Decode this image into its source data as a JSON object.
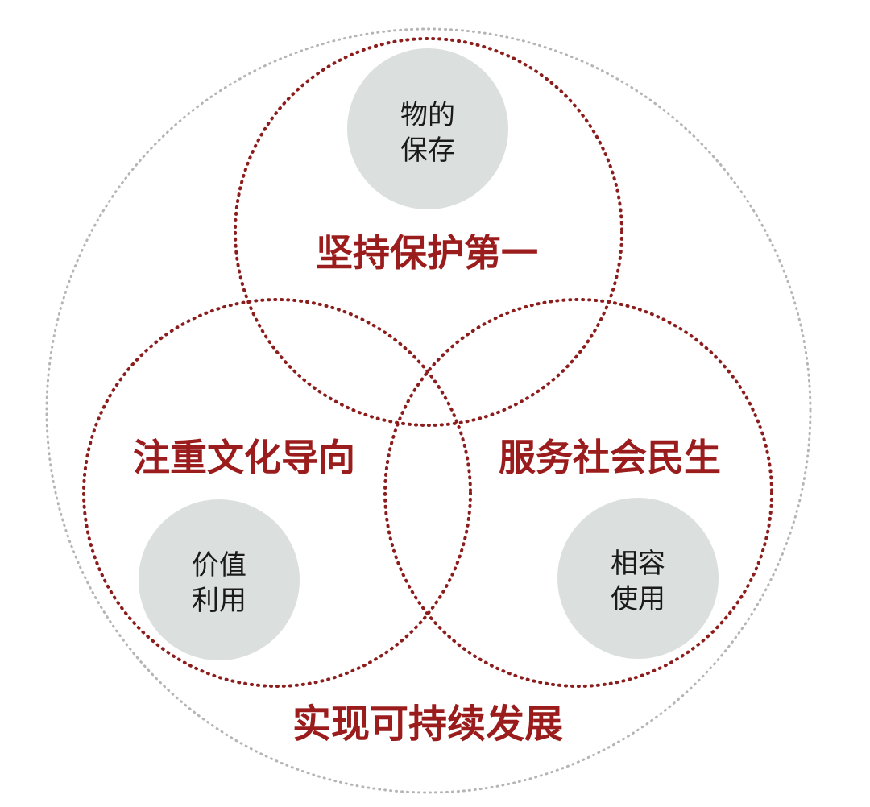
{
  "colors": {
    "accent_red": "#9b1c1c",
    "ring_red": "#8c1d1d",
    "outer_ring_gray": "#b5b5b5",
    "node_fill": "#dbe0de",
    "node_text": "#1a1a1a"
  },
  "principles": {
    "top": "坚持保护第一",
    "left": "注重文化导向",
    "right": "服务社会民生"
  },
  "nodes": {
    "top": {
      "line1": "物的",
      "line2": "保存"
    },
    "left": {
      "line1": "价值",
      "line2": "利用"
    },
    "right": {
      "line1": "相容",
      "line2": "使用"
    }
  },
  "goal": "实现可持续发展"
}
